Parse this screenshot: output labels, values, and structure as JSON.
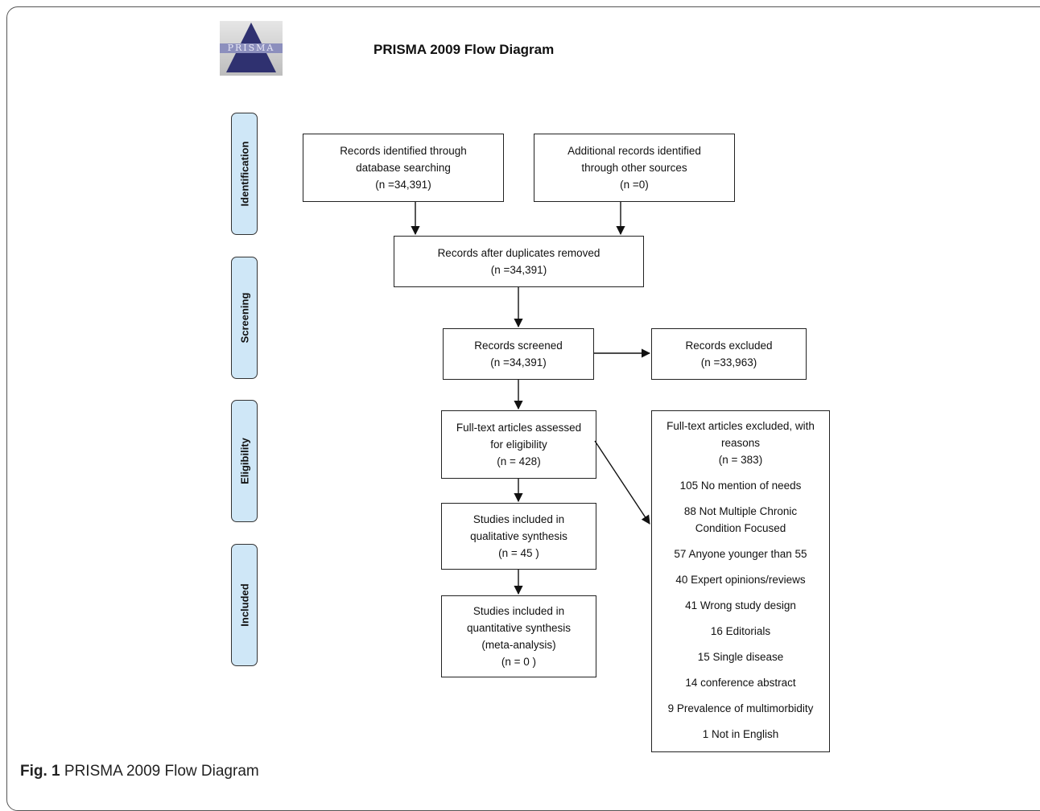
{
  "logo": {
    "text": "PRISMA"
  },
  "title": "PRISMA 2009 Flow Diagram",
  "stages": [
    "Identification",
    "Screening",
    "Eligibility",
    "Included"
  ],
  "boxes": {
    "database": "Records identified through\ndatabase searching\n(n =34,391)",
    "other_sources": "Additional records identified\nthrough other sources\n(n =0)",
    "after_duplicates": "Records after duplicates removed\n(n =34,391)",
    "screened": "Records screened\n(n =34,391)",
    "excluded": "Records excluded\n(n =33,963)",
    "fulltext": "Full-text articles assessed\nfor eligibility\n(n = 428)",
    "qualitative": "Studies included in\nqualitative synthesis\n(n = 45 )",
    "quantitative": "Studies included in\nquantitative synthesis\n(meta-analysis)\n(n = 0 )"
  },
  "fulltext_excluded": {
    "header": "Full-text articles excluded, with\nreasons\n(n = 383)",
    "reasons": [
      "105 No mention of needs",
      "88 Not Multiple Chronic\nCondition Focused",
      "57 Anyone younger than 55",
      "40 Expert opinions/reviews",
      "41 Wrong study design",
      "16 Editorials",
      "15 Single disease",
      "14 conference abstract",
      "9 Prevalence of multimorbidity",
      "1 Not in English"
    ]
  },
  "caption": {
    "label": "Fig. 1",
    "text": "PRISMA 2009 Flow Diagram"
  }
}
